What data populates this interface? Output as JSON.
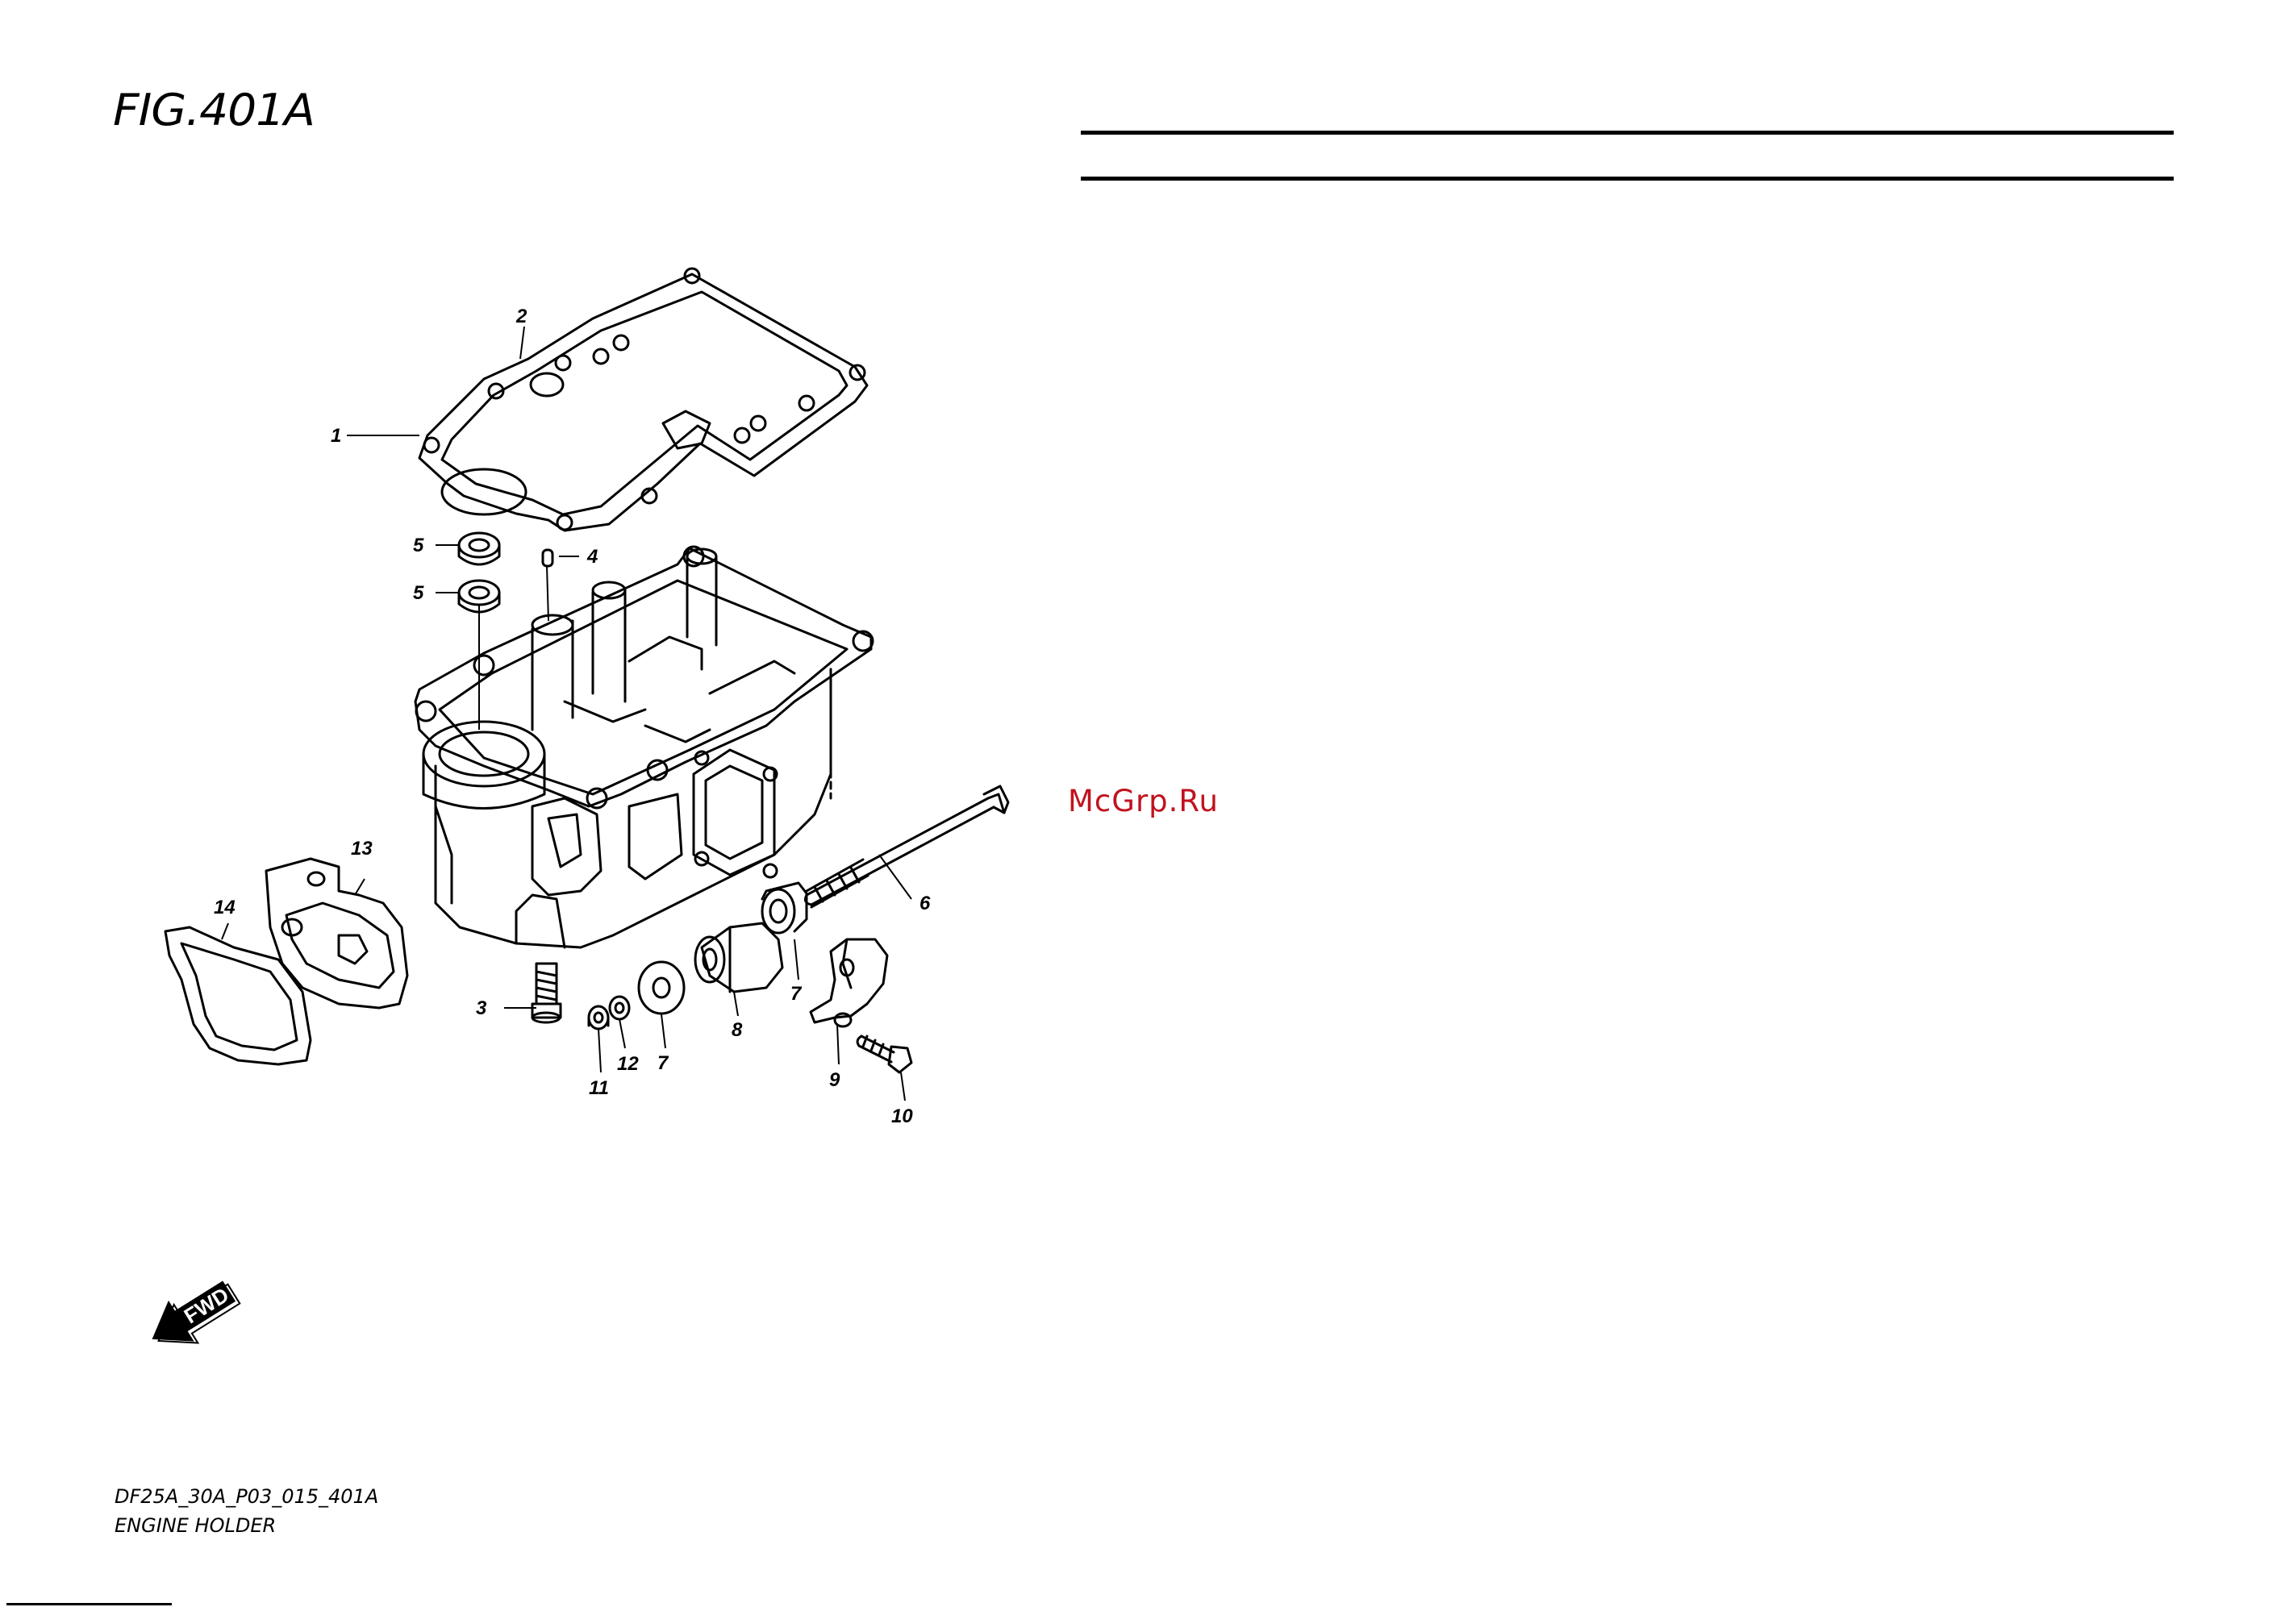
{
  "figure": {
    "title": "FIG.401A",
    "code": "DF25A_30A_P03_015_401A",
    "name": "ENGINE HOLDER"
  },
  "watermark": "McGrp.Ru",
  "fwd_label": "FWD",
  "callouts": {
    "c1": "1",
    "c2": "2",
    "c3": "3",
    "c4": "4",
    "c5a": "5",
    "c5b": "5",
    "c6": "6",
    "c7a": "7",
    "c7b": "7",
    "c8": "8",
    "c9": "9",
    "c10": "10",
    "c11": "11",
    "c12": "12",
    "c13": "13",
    "c14": "14"
  }
}
